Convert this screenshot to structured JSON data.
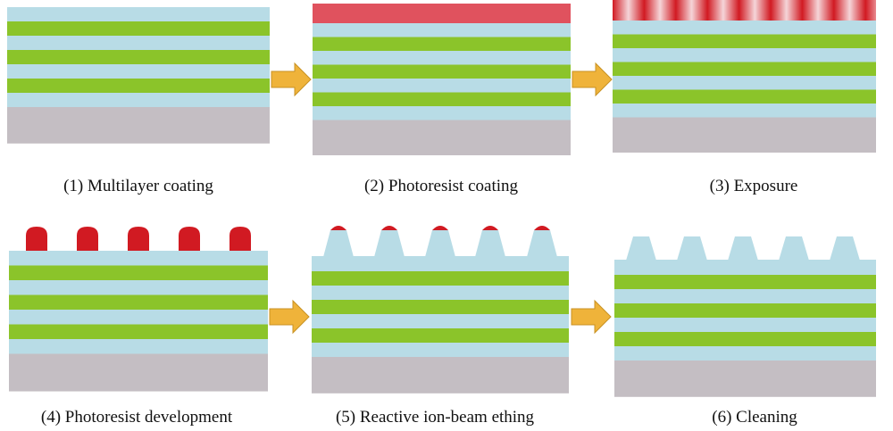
{
  "colors": {
    "background": "#ffffff",
    "substrate": "#c4bec3",
    "light_layer": "#b8dce6",
    "green_layer": "#8bc42a",
    "photoresist": "#e0525e",
    "photoresist_dark": "#d11a22",
    "arrow_fill": "#efb33a",
    "arrow_stroke": "#c89224"
  },
  "steps": [
    {
      "label": "(1) Multilayer coating",
      "stage": "multilayer"
    },
    {
      "label": "(2) Photoresist coating",
      "stage": "resist-coated"
    },
    {
      "label": "(3) Exposure",
      "stage": "exposed"
    },
    {
      "label": "(4) Photoresist development",
      "stage": "developed"
    },
    {
      "label": "(5) Reactive ion-beam ething",
      "stage": "etched-with-resist"
    },
    {
      "label": "(6) Cleaning",
      "stage": "cleaned"
    }
  ],
  "arrows": [
    {
      "from": 1,
      "to": 2
    },
    {
      "from": 2,
      "to": 3
    },
    {
      "from": 4,
      "to": 5
    },
    {
      "from": 5,
      "to": 6
    }
  ]
}
